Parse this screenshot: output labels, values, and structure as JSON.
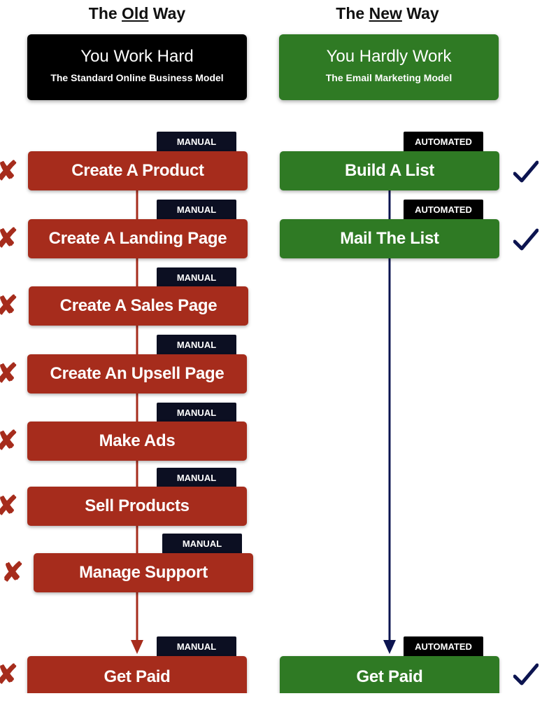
{
  "old_column": {
    "title_prefix": "The ",
    "title_emph": "Old",
    "title_suffix": " Way",
    "header_main": "You Work Hard",
    "header_sub": "The Standard Online Business Model",
    "tag_label": "MANUAL",
    "mark_glyph": "✘",
    "steps": [
      {
        "label": "Create A Product"
      },
      {
        "label": "Create A Landing Page"
      },
      {
        "label": "Create A Sales Page"
      },
      {
        "label": "Create An Upsell Page"
      },
      {
        "label": "Make Ads"
      },
      {
        "label": "Sell Products"
      },
      {
        "label": "Manage Support"
      },
      {
        "label": "Get Paid"
      }
    ]
  },
  "new_column": {
    "title_prefix": "The ",
    "title_emph": "New",
    "title_suffix": " Way",
    "header_main": "You Hardly Work",
    "header_sub": "The Email Marketing Model",
    "tag_label": "AUTOMATED",
    "steps": [
      {
        "label": "Build A List"
      },
      {
        "label": "Mail The List"
      },
      {
        "label": "Get Paid"
      }
    ]
  },
  "colors": {
    "old_step": "#a62c1c",
    "new_step": "#2f7a24",
    "tag_manual": "#0c0f22",
    "tag_automated": "#000000",
    "old_connector": "#a62c1c",
    "new_connector": "#0c1450",
    "checkmark": "#0c1450"
  },
  "icons": {
    "fail_mark": "x-mark-icon",
    "success_mark": "checkmark-icon"
  }
}
